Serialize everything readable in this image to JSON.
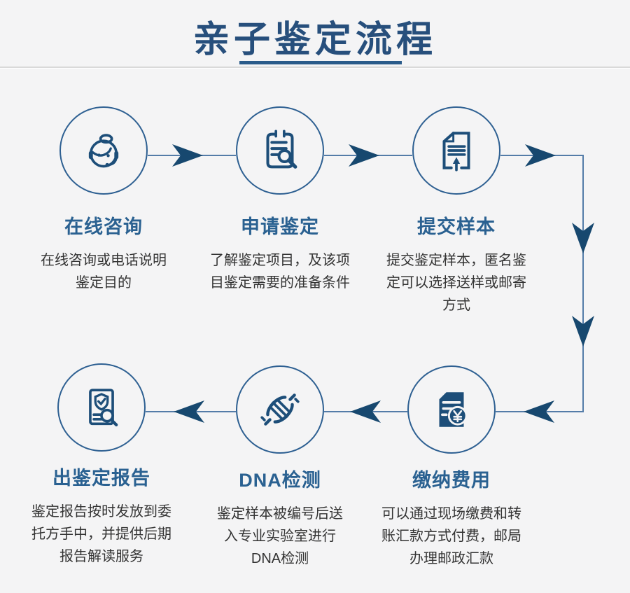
{
  "header": {
    "title": "亲子鉴定流程"
  },
  "colors": {
    "background": "#f4f4f5",
    "heading_blue": "#274f7c",
    "step_title_blue": "#2a6191",
    "icon_dark_blue": "#1d4e79",
    "circle_border": "#2e6092",
    "connector_line": "#547ca8",
    "arrowhead": "#17486f",
    "body_text": "#333333",
    "divider": "#d9d9d9"
  },
  "steps": [
    {
      "icon": "customer-service-icon",
      "title": "在线咨询",
      "desc": "在线咨询或电话说明\n鉴定目的"
    },
    {
      "icon": "clipboard-search-icon",
      "title": "申请鉴定",
      "desc": "了解鉴定项目，及该项\n目鉴定需要的准备条件"
    },
    {
      "icon": "document-upload-icon",
      "title": "提交样本",
      "desc": "提交鉴定样本，匿名鉴\n定可以选择送样或邮寄\n方式"
    },
    {
      "icon": "payment-icon",
      "title": "缴纳费用",
      "desc": "可以通过现场缴费和转\n账汇款方式付费，邮局\n办理邮政汇款"
    },
    {
      "icon": "dna-icon",
      "title": "DNA检测",
      "desc": "鉴定样本被编号后送\n入专业实验室进行\nDNA检测"
    },
    {
      "icon": "report-search-icon",
      "title": "出鉴定报告",
      "desc": "鉴定报告按时发放到委\n托方手中，并提供后期\n报告解读服务"
    }
  ]
}
